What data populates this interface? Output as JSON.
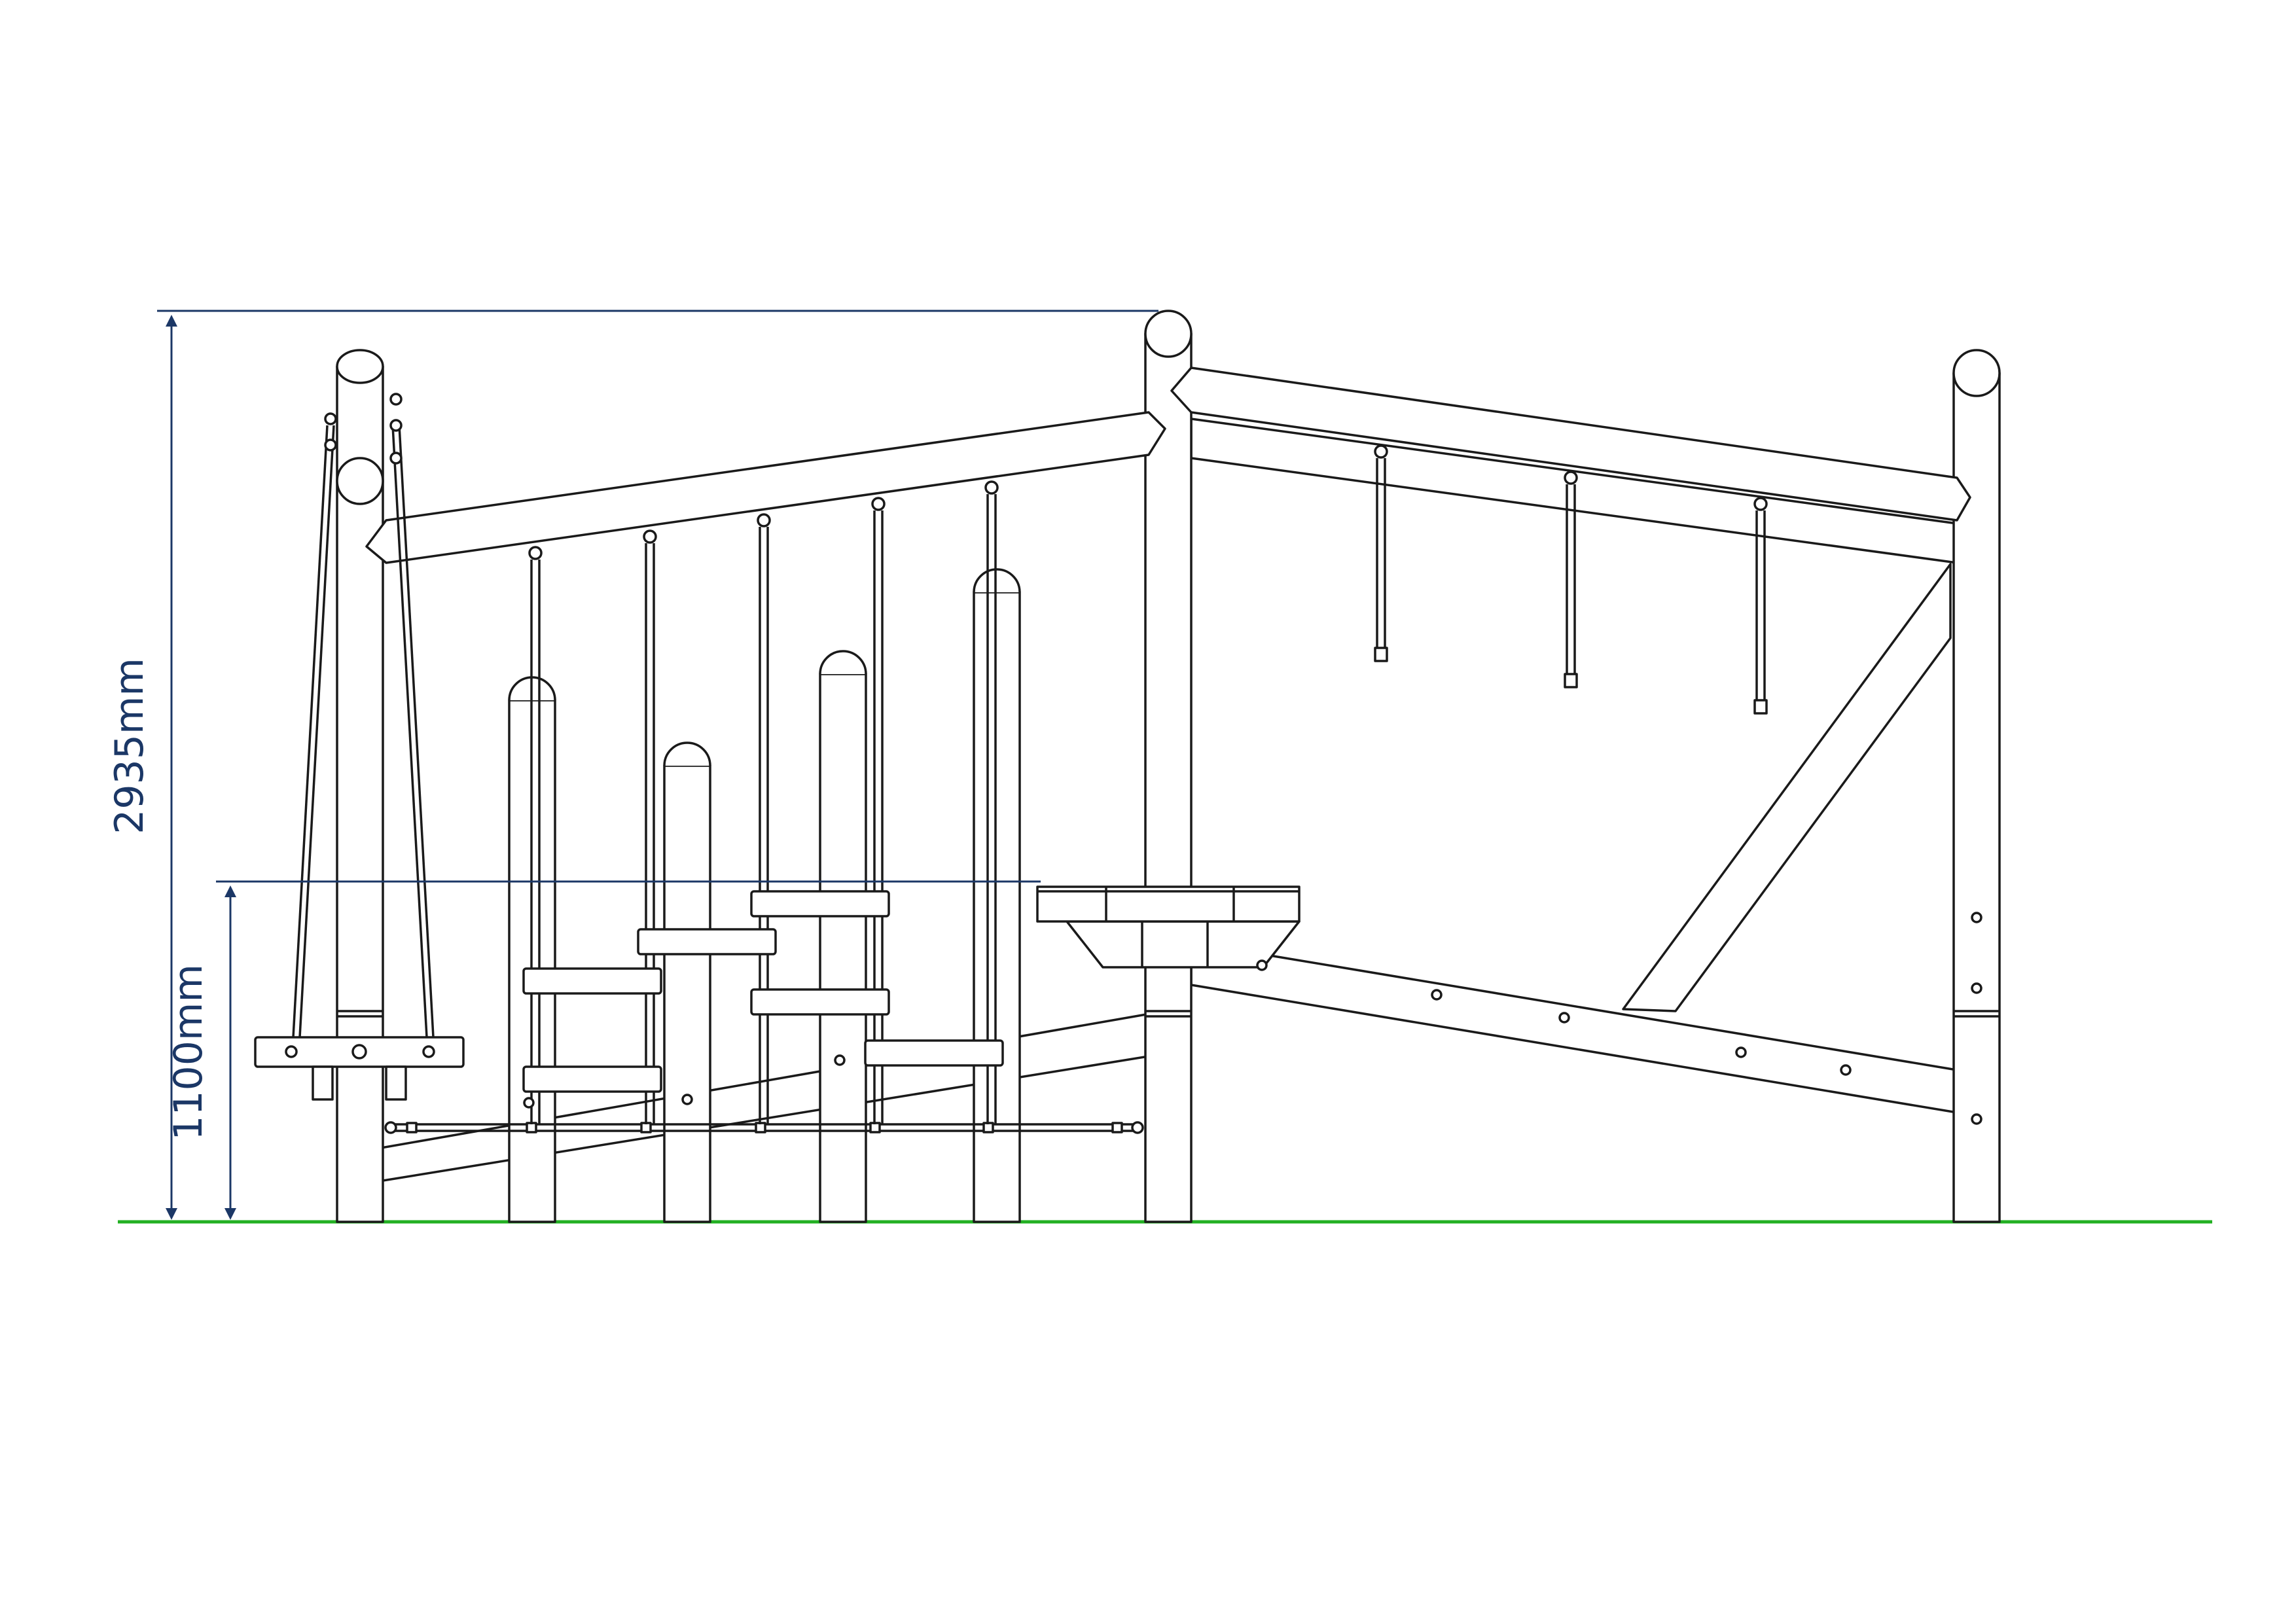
{
  "dimensions": {
    "total_height": "2935mm",
    "platform_height": "1100mm"
  },
  "colors": {
    "line": "#1a1a1a",
    "dimension": "#1b3766",
    "ground": "#22b022",
    "fill": "#ffffff"
  },
  "components": {
    "hanging_rings_left_count": 5,
    "hanging_rings_right_count": 3,
    "stepping_posts_count": 4,
    "step_boards_count": 7
  }
}
